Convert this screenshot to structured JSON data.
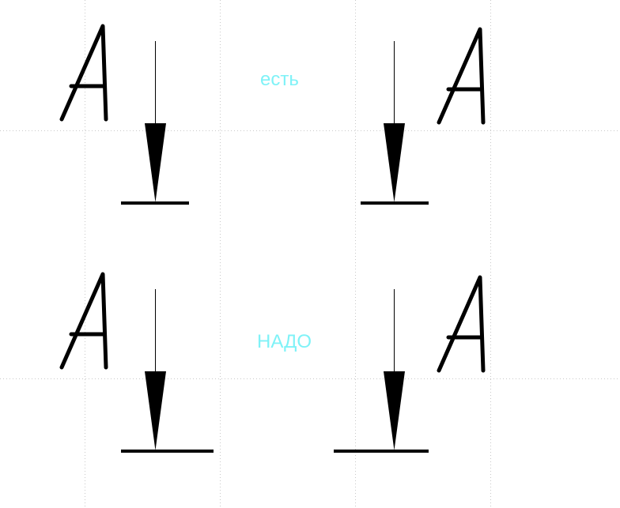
{
  "labels": {
    "top": "есть",
    "bottom": "НАДО"
  },
  "symbol_letter": "A",
  "colors": {
    "background": "#ffffff",
    "grid": "#c8c8c8",
    "symbol": "#000000",
    "label": "#7ff2f7"
  },
  "grid": {
    "visible": true,
    "style": "dotted"
  }
}
